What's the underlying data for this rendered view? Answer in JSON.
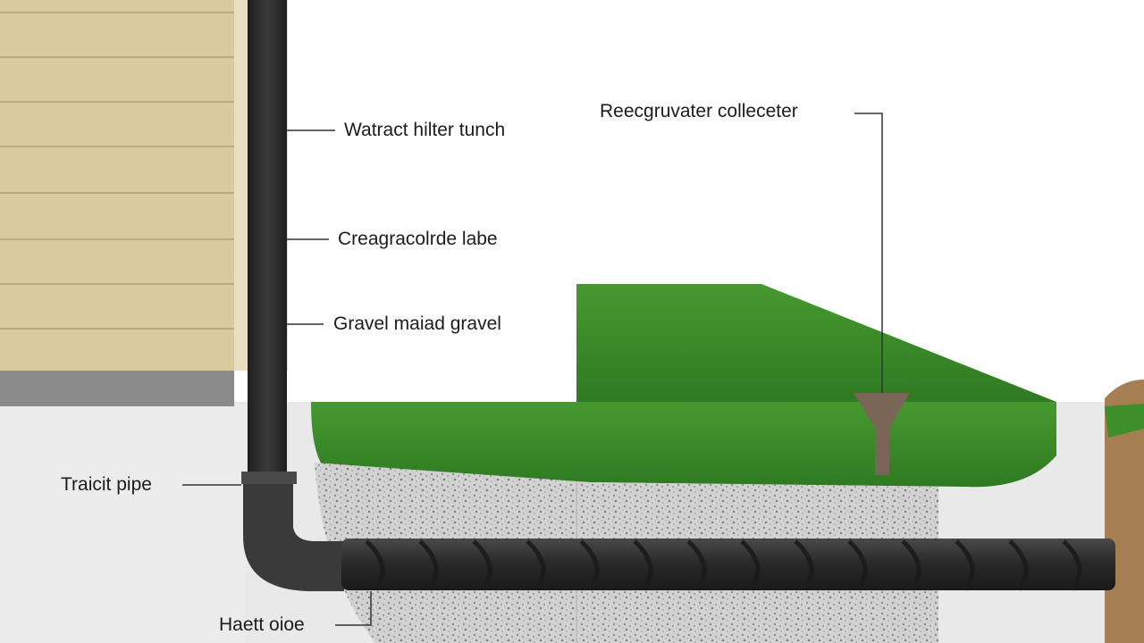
{
  "labels": {
    "trench": "Watract  hilter tunch",
    "grade": "Creagracolrde labe",
    "gravel": "Gravel maiad gravel",
    "collector": "Reecgruvater colleceter",
    "traict_pipe": "Traicit pipe",
    "bottom_pipe": "Haett oioe"
  },
  "colors": {
    "siding": "#d9cc9f",
    "foundation": "#8a8a8a",
    "grass": "#3d8f2b",
    "gravel": "#cfcfcf",
    "pipe": "#2f2f2f",
    "soil": "#a57f52",
    "ground": "#e8e8e8"
  }
}
